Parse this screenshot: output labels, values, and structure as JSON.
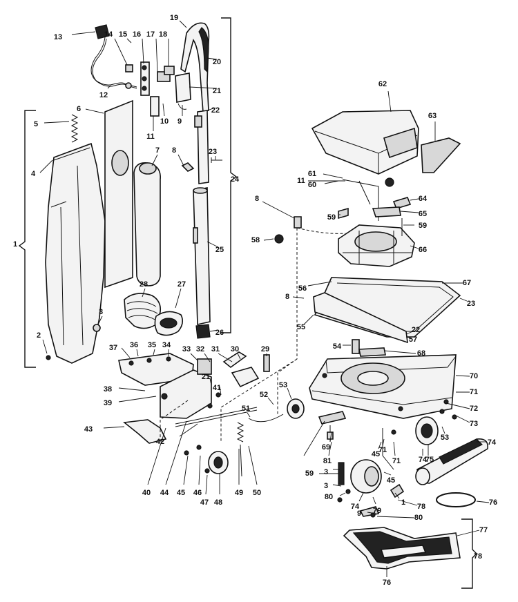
{
  "diagram": {
    "type": "exploded-parts-diagram",
    "callouts": [
      "1",
      "2",
      "3",
      "4",
      "5",
      "6",
      "7",
      "8",
      "9",
      "10",
      "11",
      "12",
      "13",
      "14",
      "15",
      "16",
      "17",
      "18",
      "19",
      "20",
      "21",
      "22",
      "23",
      "24",
      "25",
      "26",
      "27",
      "28",
      "29",
      "30",
      "31",
      "32",
      "33",
      "34",
      "35",
      "36",
      "37",
      "38",
      "39",
      "40",
      "41",
      "42",
      "43",
      "44",
      "45",
      "46",
      "47",
      "48",
      "49",
      "50",
      "51",
      "52",
      "53",
      "54",
      "55",
      "56",
      "57",
      "58",
      "59",
      "60",
      "61",
      "62",
      "63",
      "64",
      "65",
      "66",
      "67",
      "68",
      "69",
      "70",
      "71",
      "72",
      "73",
      "74",
      "75",
      "76",
      "77",
      "78",
      "79",
      "80",
      "81"
    ]
  }
}
